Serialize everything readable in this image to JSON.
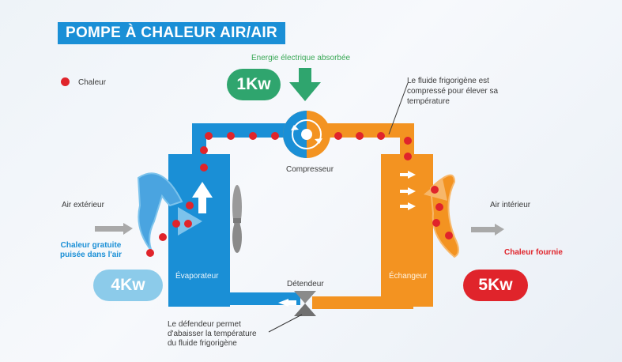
{
  "title": "POMPE À CHALEUR AIR/AIR",
  "legend": {
    "label": "Chaleur",
    "color": "#e0242b"
  },
  "energy": {
    "label": "Energie électrique absorbée",
    "value": "1Kw"
  },
  "compressor": {
    "label": "Compresseur",
    "note": [
      "Le fluide frigorigène est",
      "compressé pour élever sa",
      "température"
    ]
  },
  "evaporator": {
    "label": "Évaporateur"
  },
  "exchanger": {
    "label": "Échangeur"
  },
  "expander": {
    "label": "Détendeur",
    "note": [
      "Le défendeur permet",
      "d'abaisser la température",
      "du fluide frigorigène"
    ]
  },
  "outside_air": "Air extérieur",
  "inside_air": "Air intérieur",
  "free_heat": {
    "label": [
      "Chaleur gratuite",
      "puisée dans l'air"
    ],
    "value": "4Kw"
  },
  "heat_output": {
    "label": "Chaleur fournie",
    "value": "5Kw"
  },
  "colors": {
    "blue": "#1a8fd6",
    "orange": "#f39321",
    "red": "#e0242b",
    "green": "#2fa56e",
    "light_blue": "#8ccbea"
  }
}
